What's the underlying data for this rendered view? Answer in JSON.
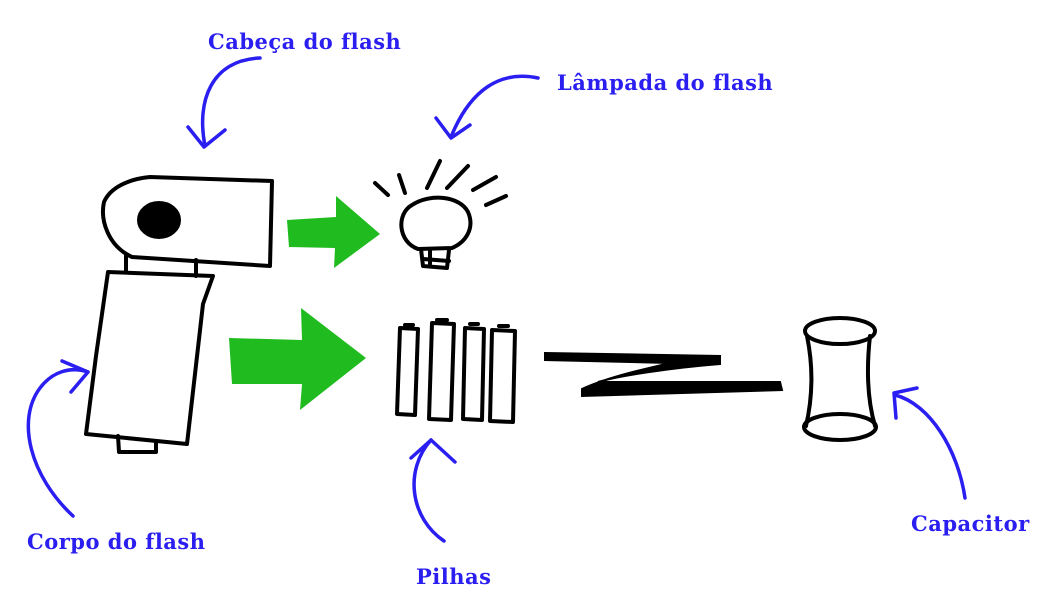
{
  "labels": {
    "flash_head": "Cabeça do flash",
    "flash_bulb": "Lâmpada do flash",
    "flash_body": "Corpo do flash",
    "batteries": "Pilhas",
    "capacitor": "Capacitor"
  },
  "colors": {
    "label_text": "#2a1ef0",
    "annotation_arrow": "#2a1ef0",
    "flow_arrow": "#1fbb1f",
    "ink": "#000000",
    "background": "#ffffff"
  }
}
